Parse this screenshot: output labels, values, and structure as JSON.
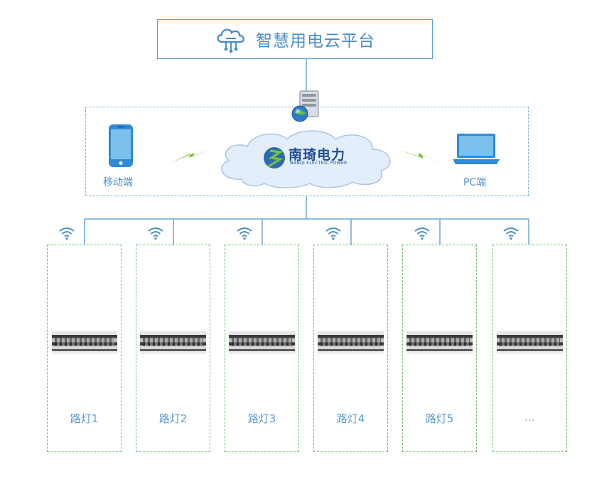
{
  "platform": {
    "title": "智慧用电云平台",
    "icon": "cloud-network-icon"
  },
  "network": {
    "mobile_label": "移动端",
    "pc_label": "PC端",
    "brand": {
      "name": "南琦电力",
      "subtitle": "NANQI ELECTRIC POWER"
    }
  },
  "lamps": [
    {
      "label": "路灯1"
    },
    {
      "label": "路灯2"
    },
    {
      "label": "路灯3"
    },
    {
      "label": "路灯4"
    },
    {
      "label": "路灯5"
    },
    {
      "label": "…"
    }
  ],
  "colors": {
    "blue": "#4a8ec8",
    "line": "#6aa6d8",
    "green_dash": "#67bf67",
    "lightning": "#7ac043"
  }
}
